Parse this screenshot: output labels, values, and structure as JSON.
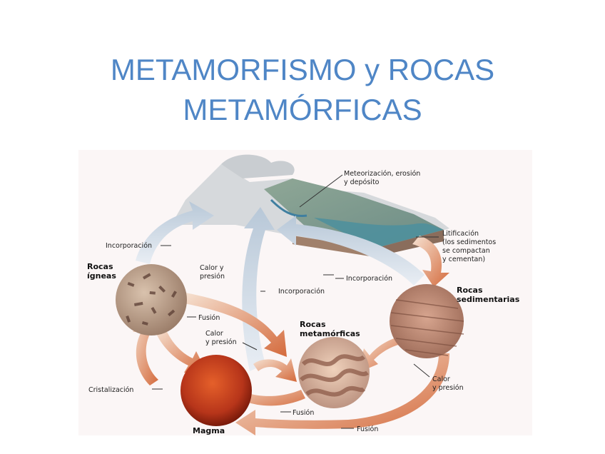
{
  "title": {
    "line1": "METAMORFISMO y ROCAS",
    "line2": "METAMÓRFICAS"
  },
  "diagram": {
    "weathering": [
      "Meteorización, erosión",
      "y depósito"
    ],
    "lithification": [
      "Litificación",
      "(los sedimentos",
      "se compactan",
      "y cementan)"
    ],
    "incorporation_left": "Incorporación",
    "incorporation_mid": "Incorporación",
    "incorporation_right": "Incorporación",
    "igneous": [
      "Rocas",
      "ígneas"
    ],
    "sedimentary": [
      "Rocas",
      "sedimentarias"
    ],
    "metamorphic": [
      "Rocas",
      "metamórficas"
    ],
    "magma": "Magma",
    "heat_pressure_top": [
      "Calor y",
      "presión"
    ],
    "heat_pressure_mid": [
      "Calor",
      "y presión"
    ],
    "heat_pressure_right": [
      "Calor",
      "y presión"
    ],
    "fusion_top": "Fusión",
    "fusion_mid": "Fusión",
    "fusion_bottom": "Fusión",
    "crystallization": "Cristalización"
  }
}
